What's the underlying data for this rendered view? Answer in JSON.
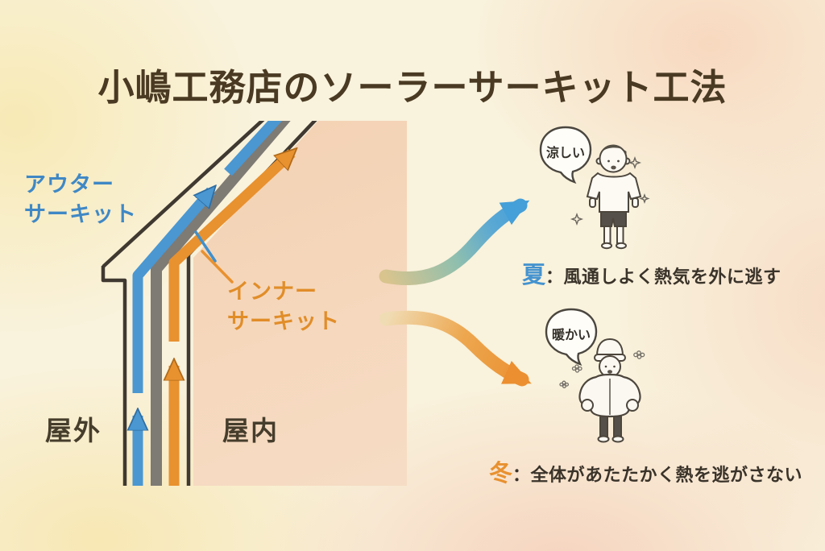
{
  "title": "小嶋工務店のソーラーサーキット工法",
  "diagram": {
    "outer_circuit": {
      "line1": "アウター",
      "line2": "サーキット"
    },
    "inner_circuit": {
      "line1": "インナー",
      "line2": "サーキット"
    },
    "outdoor_label": "屋外",
    "indoor_label": "屋内"
  },
  "summer": {
    "bubble": "涼しい",
    "season": "夏",
    "colon": "：",
    "description": "風通しよく熱気を外に逃す"
  },
  "winter": {
    "bubble": "暖かい",
    "season": "冬",
    "colon": "：",
    "description": "全体があたたかく熱を逃がさない"
  },
  "colors": {
    "outer_circuit_blue": "#4593cf",
    "inner_circuit_orange": "#e8912f",
    "insulation_gray": "#7e7a74",
    "outline_dark": "#3f3931",
    "indoor_peach": "#f5d5ba",
    "title_brown": "#4a3a23",
    "background_cream": "#f9f2dc"
  }
}
